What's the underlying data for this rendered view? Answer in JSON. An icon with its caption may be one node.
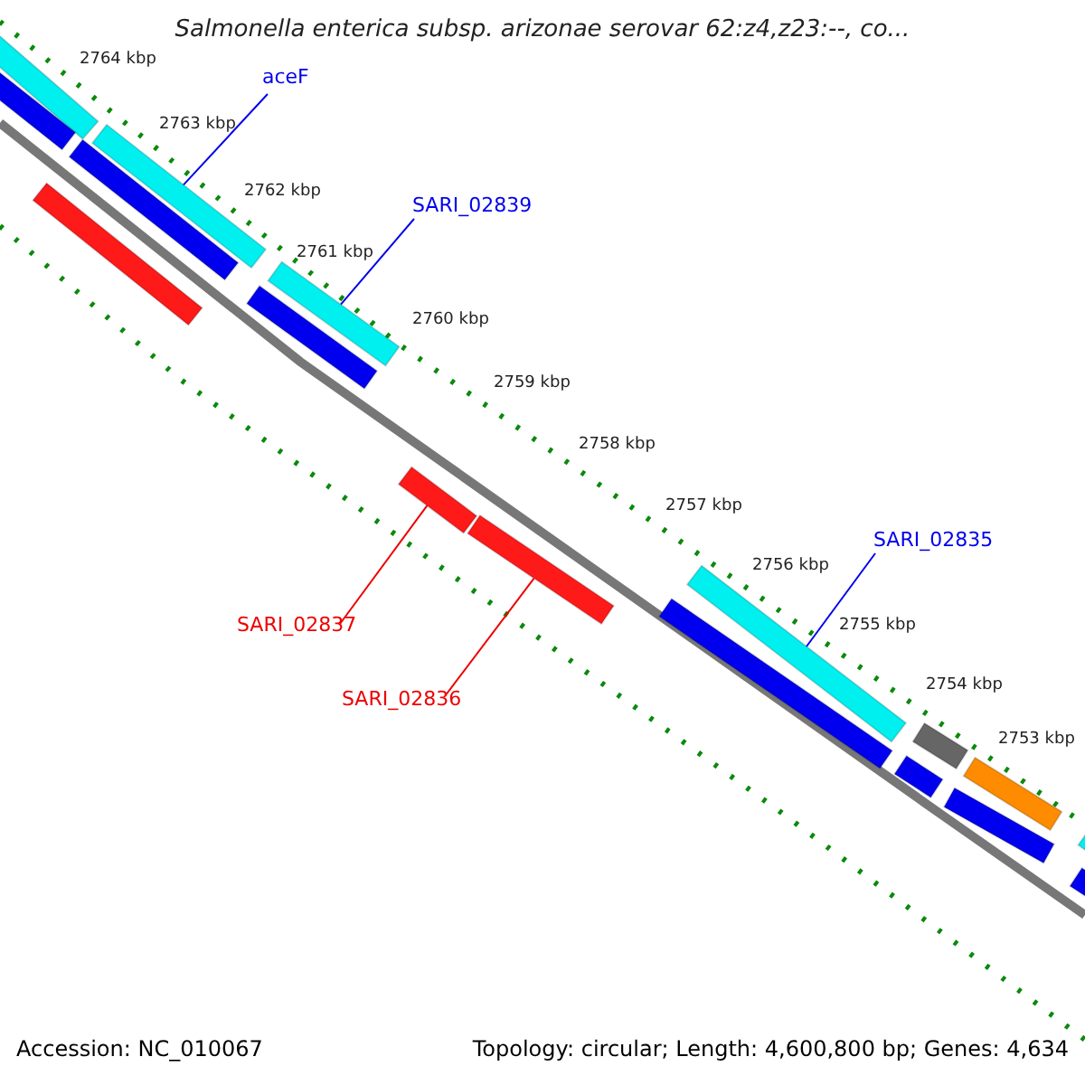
{
  "diagram": {
    "title": "Salmonella enterica subsp. arizonae serovar 62:z4,z23:--, co...",
    "nodes": [
      {
        "text": [
          "aceF"
        ]
      },
      {
        "text": [
          "SARI_02839"
        ]
      },
      {
        "text": [
          "SARI_02835"
        ]
      },
      {
        "text": [
          "SARI_02837"
        ]
      },
      {
        "text": [
          "SARI_02836"
        ]
      },
      {
        "text": [],
        "shape": "bar"
      },
      {
        "text": [],
        "shape": "bar"
      },
      {
        "text": [],
        "shape": "bar"
      },
      {
        "text": [],
        "shape": "bar"
      },
      {
        "text": [],
        "shape": "bar"
      },
      {
        "text": [],
        "shape": "bar"
      },
      {
        "text": [],
        "shape": "bar"
      },
      {
        "text": [],
        "shape": "bar"
      },
      {
        "text": [],
        "shape": "bar"
      },
      {
        "text": [],
        "shape": "bar"
      },
      {
        "text": [],
        "shape": "bar"
      },
      {
        "text": [],
        "shape": "bar"
      },
      {
        "text": [],
        "shape": "bar"
      },
      {
        "text": [],
        "shape": "bar"
      },
      {
        "text": [],
        "shape": "bar"
      },
      {
        "text": [],
        "shape": "bar"
      },
      {
        "text": [],
        "shape": "bar"
      }
    ],
    "edges": [
      {
        "from": 0,
        "to": 6,
        "arrow": "none"
      },
      {
        "from": 1,
        "to": 7,
        "arrow": "none"
      },
      {
        "from": 2,
        "to": 8,
        "arrow": "none"
      },
      {
        "from": 3,
        "to": 20,
        "arrow": "none",
        "color": "#ee0000"
      },
      {
        "from": 4,
        "to": 21,
        "arrow": "none",
        "color": "#ee0000"
      }
    ],
    "labels": [
      "2764 kbp",
      "2763 kbp",
      "2762 kbp",
      "2761 kbp",
      "2760 kbp",
      "2759 kbp",
      "2758 kbp",
      "2757 kbp",
      "2756 kbp",
      "2755 kbp",
      "2754 kbp",
      "2753 kbp",
      "Accession: NC_010067",
      "Topology: circular; Length: 4,600,800 bp; Genes: 4,634"
    ]
  }
}
